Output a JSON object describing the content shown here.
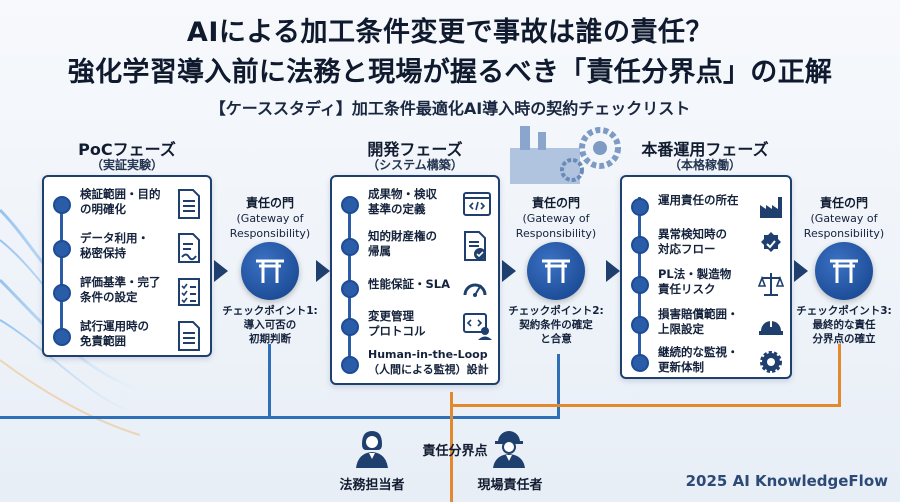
{
  "header": {
    "title_line1": "AIによる加工条件変更で事故は誰の責任？",
    "title_line2": "強化学習導入前に法務と現場が握るべき「責任分界点」の正解",
    "subtitle": "【ケーススタディ】加工条件最適化AI導入時の契約チェックリスト"
  },
  "phases": [
    {
      "title": "PoCフェーズ",
      "sub": "（実証実験）",
      "items": [
        {
          "line1": "検証範囲・目的",
          "line2": "の明確化",
          "icon": "document-icon"
        },
        {
          "line1": "データ利用・",
          "line2": "秘密保持",
          "icon": "signature-document-icon"
        },
        {
          "line1": "評価基準・完了",
          "line2": "条件の設定",
          "icon": "checklist-icon"
        },
        {
          "line1": "試行運用時の",
          "line2": "免責範囲",
          "icon": "document-icon"
        }
      ]
    },
    {
      "title": "開発フェーズ",
      "sub": "（システム構築）",
      "items": [
        {
          "line1": "成果物・検収",
          "line2": "基準の定義",
          "icon": "code-window-icon"
        },
        {
          "line1": "知的財産権の",
          "line2": "帰属",
          "icon": "document-check-icon"
        },
        {
          "line1": "性能保証・SLA",
          "line2": "",
          "icon": "gauge-icon"
        },
        {
          "line1": "変更管理",
          "line2": "プロトコル",
          "icon": "code-user-icon"
        },
        {
          "line1": "Human-in-the-Loop",
          "line2": "（人間による監視）設計",
          "icon": ""
        }
      ]
    },
    {
      "title": "本番運用フェーズ",
      "sub": "（本格稼働）",
      "items": [
        {
          "line1": "運用責任の所在",
          "line2": "",
          "icon": "factory-icon"
        },
        {
          "line1": "異常検知時の",
          "line2": "対応フロー",
          "icon": "badge-check-icon"
        },
        {
          "line1": "PL法・製造物",
          "line2": "責任リスク",
          "icon": "scale-icon"
        },
        {
          "line1": "損害賠償範囲・",
          "line2": "上限設定",
          "icon": "hardhat-icon"
        },
        {
          "line1": "継続的な監視・",
          "line2": "更新体制",
          "icon": "gear-icon"
        }
      ]
    }
  ],
  "gates": [
    {
      "title": "責任の門",
      "en1": "(Gateway of",
      "en2": "Responsibility)",
      "cp1": "チェックポイント1:",
      "cp2": "導入可否の",
      "cp3": "初期判断"
    },
    {
      "title": "責任の門",
      "en1": "(Gateway of",
      "en2": "Responsibility)",
      "cp1": "チェックポイント2:",
      "cp2": "契約条件の確定",
      "cp3": "と合意"
    },
    {
      "title": "責任の門",
      "en1": "(Gateway of",
      "en2": "Responsibility)",
      "cp1": "チェックポイント3:",
      "cp2": "最終的な責任",
      "cp3": "分界点の確立"
    }
  ],
  "bottom": {
    "boundary_label": "責任分界点",
    "legal_label": "法務担当者",
    "site_label": "現場責任者"
  },
  "colors": {
    "legal_line": "#2f6fb8",
    "site_line": "#e2892e",
    "primary": "#1f3f6e"
  },
  "brand": "2025 AI KnowledgeFlow"
}
